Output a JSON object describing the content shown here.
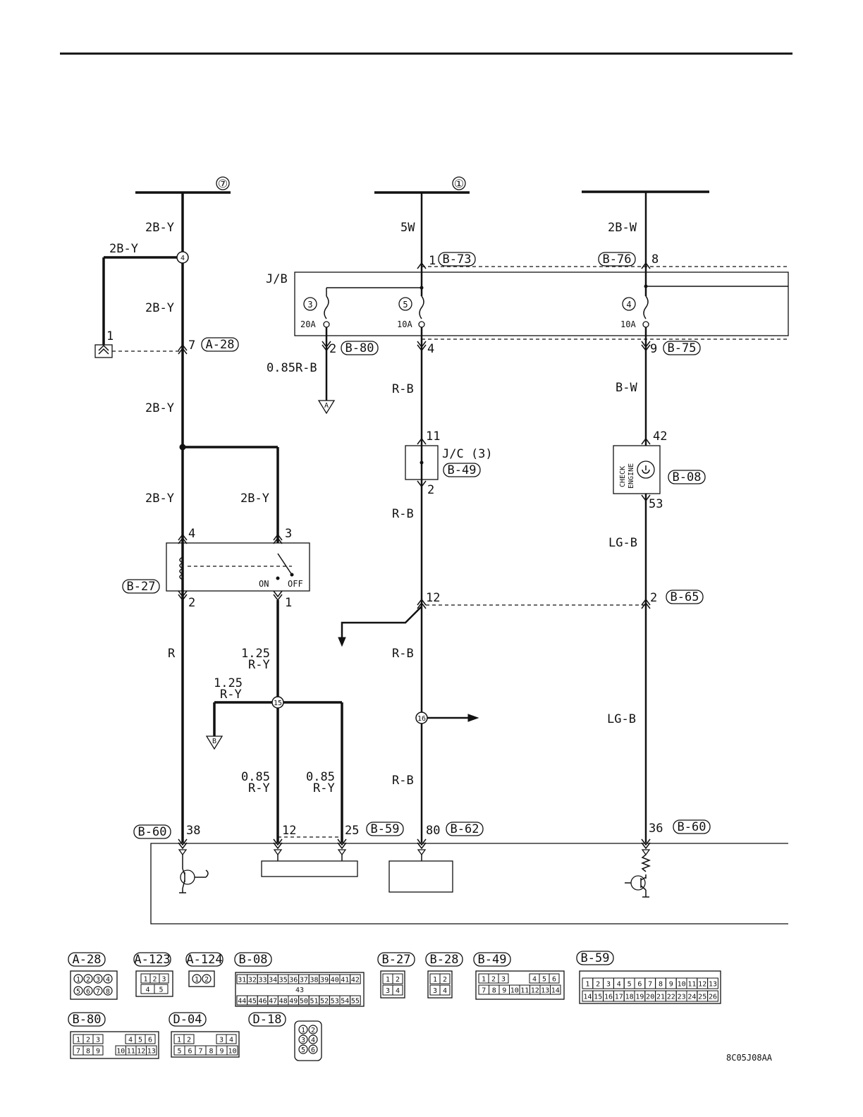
{
  "bus_labels": {
    "bus7": "⑦",
    "bus1": "①"
  },
  "wire_labels": {
    "w_2by_top": "2B-Y",
    "w_2by_branch": "2B-Y",
    "w_2by_mid": "2B-Y",
    "w_2by_low": "2B-Y",
    "w_2by_relay4": "2B-Y",
    "w_2by_relay3": "2B-Y",
    "w_5w": "5W",
    "w_2bw": "2B-W",
    "w_085rb": "0.85R-B",
    "w_rb1": "R-B",
    "w_rb2": "R-B",
    "w_rb3": "R-B",
    "w_rb4": "R-B",
    "w_bw": "B-W",
    "w_lgb1": "LG-B",
    "w_lgb2": "LG-B",
    "w_r": "R",
    "w_125ry_a1": "1.25",
    "w_125ry_a2": "R-Y",
    "w_125ry_b1": "1.25",
    "w_125ry_b2": "R-Y",
    "w_085ry_a1": "0.85",
    "w_085ry_a2": "R-Y",
    "w_085ry_b1": "0.85",
    "w_085ry_b2": "R-Y"
  },
  "pins": {
    "p1_b73": "1",
    "p8_b76": "8",
    "p2_b80": "2",
    "p4": "4",
    "p9_b75": "9",
    "p7_a28": "7",
    "p1_a28": "1",
    "p11": "11",
    "p2_jc": "2",
    "p42": "42",
    "p53": "53",
    "p4_relay": "4",
    "p3_relay": "3",
    "p2_relay": "2",
    "p1_relay": "1",
    "p12_mid": "12",
    "p2_b65": "2",
    "p38": "38",
    "p12_ecu": "12",
    "p25": "25",
    "p80": "80",
    "p36": "36"
  },
  "splices": {
    "s4": "4",
    "s15": "15",
    "s16": "16"
  },
  "fuses": {
    "f3_num": "3",
    "f3_amp": "20A",
    "f5_num": "5",
    "f5_amp": "10A",
    "f4_num": "4",
    "f4_amp": "10A"
  },
  "connectors": {
    "a28": "A-28",
    "b73": "B-73",
    "b76": "B-76",
    "b80": "B-80",
    "b75": "B-75",
    "b49": "B-49",
    "b08": "B-08",
    "b27": "B-27",
    "b65": "B-65",
    "b60_left": "B-60",
    "b59": "B-59",
    "b62": "B-62",
    "b60_right": "B-60"
  },
  "labels": {
    "jb": "J/B",
    "jc": "J/C (3)",
    "relay_on": "ON",
    "relay_off": "OFF",
    "check_engine_1": "CHECK",
    "check_engine_2": "ENGINE",
    "ground_a": "A",
    "ground_b": "B",
    "diagram_code": "8C05J08AA"
  },
  "legend": {
    "a28": "A-28",
    "a123": "A-123",
    "a124": "A-124",
    "b08": "B-08",
    "b27": "B-27",
    "b28": "B-28",
    "b49": "B-49",
    "b59": "B-59",
    "b80": "B-80",
    "d04": "D-04",
    "d18": "D-18"
  },
  "legend_pins": {
    "a28_r1": [
      "1",
      "2",
      "3",
      "4"
    ],
    "a28_r2": [
      "5",
      "6",
      "7",
      "8"
    ],
    "a123_r1": [
      "1",
      "2",
      "3"
    ],
    "a123_r2": [
      "4",
      "5"
    ],
    "a124": [
      "1",
      "2"
    ],
    "b08_r1": [
      "31",
      "32",
      "33",
      "34",
      "35",
      "36",
      "37",
      "38",
      "39",
      "40",
      "41",
      "42"
    ],
    "b08_mid": "43",
    "b08_r2": [
      "44",
      "45",
      "46",
      "47",
      "48",
      "49",
      "50",
      "51",
      "52",
      "53",
      "54",
      "55"
    ],
    "b27_r1": [
      "1",
      "2"
    ],
    "b27_r2": [
      "3",
      "4"
    ],
    "b28_r1": [
      "1",
      "2"
    ],
    "b28_r2": [
      "3",
      "4"
    ],
    "b49_r1a": [
      "1",
      "2",
      "3"
    ],
    "b49_r1b": [
      "4",
      "5",
      "6"
    ],
    "b49_r2": [
      "7",
      "8",
      "9",
      "10",
      "11",
      "12",
      "13",
      "14"
    ],
    "b59_r1": [
      "1",
      "2",
      "3",
      "4",
      "5",
      "6",
      "7",
      "8",
      "9",
      "10",
      "11",
      "12",
      "13"
    ],
    "b59_r2": [
      "14",
      "15",
      "16",
      "17",
      "18",
      "19",
      "20",
      "21",
      "22",
      "23",
      "24",
      "25",
      "26"
    ],
    "b80_r1a": [
      "1",
      "2",
      "3"
    ],
    "b80_r1b": [
      "4",
      "5",
      "6"
    ],
    "b80_r2a": [
      "7",
      "8",
      "9"
    ],
    "b80_r2b": [
      "10",
      "11",
      "12",
      "13"
    ],
    "d04_r1a": [
      "1",
      "2"
    ],
    "d04_r1b": [
      "3",
      "4"
    ],
    "d04_r2": [
      "5",
      "6",
      "7",
      "8",
      "9",
      "10"
    ],
    "d18": [
      "1",
      "2",
      "3",
      "4",
      "5",
      "6"
    ]
  }
}
